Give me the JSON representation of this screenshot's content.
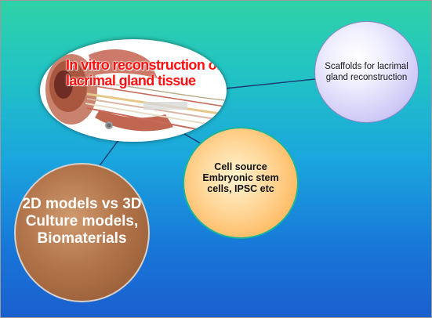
{
  "diagram": {
    "center": {
      "label": "In vitro reconstruction of lacrimal gland tissue"
    },
    "nodes": [
      {
        "id": "scaffolds",
        "label": "Scaffolds for lacrimal gland reconstruction"
      },
      {
        "id": "cell-source",
        "label": "Cell source Embryonic stem cells, IPSC etc"
      },
      {
        "id": "models",
        "label": "2D models vs 3D Culture models, Biomaterials"
      }
    ],
    "colors": {
      "background_top": "#2fd2a6",
      "background_bottom": "#1a5fce",
      "center_label": "#ff1010",
      "scaffolds_fill": "#cfc9f6",
      "cell_source_fill": "#ffb85e",
      "models_fill": "#b2744a",
      "connector": "#1a3a70"
    },
    "icons": [
      "eye-anatomy-illustration"
    ]
  }
}
